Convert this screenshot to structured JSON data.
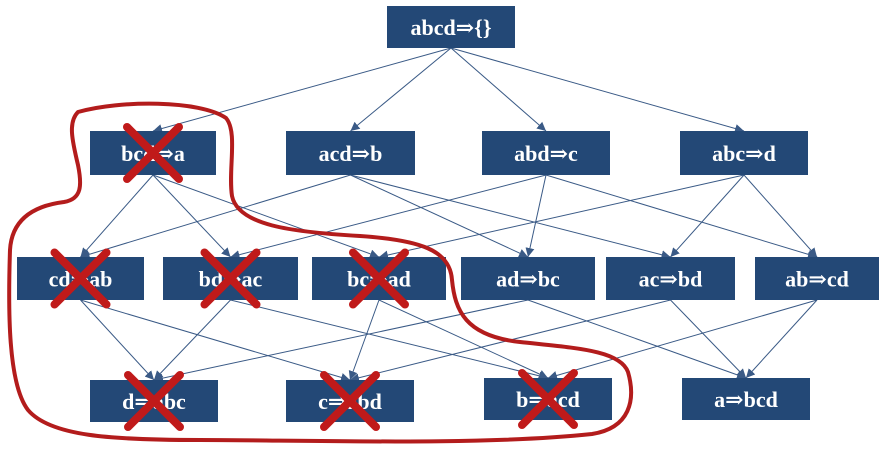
{
  "diagram": {
    "nodes": [
      {
        "id": "n0",
        "label": "abcd⇒{}",
        "pruned": false
      },
      {
        "id": "n1",
        "label": "bcd⇒a",
        "pruned": true
      },
      {
        "id": "n2",
        "label": "acd⇒b",
        "pruned": false
      },
      {
        "id": "n3",
        "label": "abd⇒c",
        "pruned": false
      },
      {
        "id": "n4",
        "label": "abc⇒d",
        "pruned": false
      },
      {
        "id": "n5",
        "label": "cd⇒ab",
        "pruned": true
      },
      {
        "id": "n6",
        "label": "bd⇒ac",
        "pruned": true
      },
      {
        "id": "n7",
        "label": "bc⇒ad",
        "pruned": true
      },
      {
        "id": "n8",
        "label": "ad⇒bc",
        "pruned": false
      },
      {
        "id": "n9",
        "label": "ac⇒bd",
        "pruned": false
      },
      {
        "id": "n10",
        "label": "ab⇒cd",
        "pruned": false
      },
      {
        "id": "n11",
        "label": "d⇒abc",
        "pruned": true
      },
      {
        "id": "n12",
        "label": "c⇒abd",
        "pruned": true
      },
      {
        "id": "n13",
        "label": "b⇒acd",
        "pruned": true
      },
      {
        "id": "n14",
        "label": "a⇒bcd",
        "pruned": false
      }
    ],
    "edges": [
      [
        "n0",
        "n1"
      ],
      [
        "n0",
        "n2"
      ],
      [
        "n0",
        "n3"
      ],
      [
        "n0",
        "n4"
      ],
      [
        "n1",
        "n5"
      ],
      [
        "n1",
        "n6"
      ],
      [
        "n1",
        "n7"
      ],
      [
        "n2",
        "n5"
      ],
      [
        "n2",
        "n8"
      ],
      [
        "n2",
        "n9"
      ],
      [
        "n3",
        "n6"
      ],
      [
        "n3",
        "n8"
      ],
      [
        "n3",
        "n10"
      ],
      [
        "n4",
        "n7"
      ],
      [
        "n4",
        "n9"
      ],
      [
        "n4",
        "n10"
      ],
      [
        "n5",
        "n11"
      ],
      [
        "n5",
        "n12"
      ],
      [
        "n6",
        "n11"
      ],
      [
        "n6",
        "n13"
      ],
      [
        "n7",
        "n12"
      ],
      [
        "n7",
        "n13"
      ],
      [
        "n8",
        "n11"
      ],
      [
        "n8",
        "n14"
      ],
      [
        "n9",
        "n12"
      ],
      [
        "n9",
        "n14"
      ],
      [
        "n10",
        "n13"
      ],
      [
        "n10",
        "n14"
      ]
    ],
    "colors": {
      "node_fill": "#234876",
      "node_text": "#ffffff",
      "edge": "#3a5a86",
      "cross": "#c01a1a",
      "prune_outline": "#b31c1c"
    }
  }
}
